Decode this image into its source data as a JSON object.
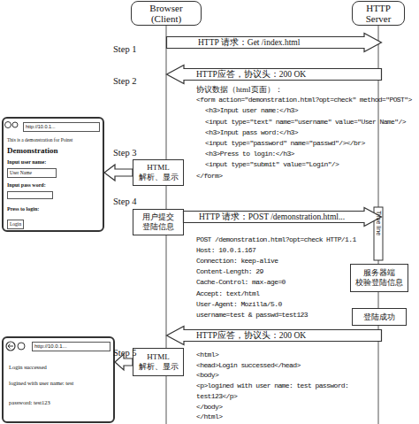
{
  "diagram": {
    "nodes": [
      {
        "text": [
          "Browser (Client)"
        ]
      },
      {
        "text": [
          "HTTP Server"
        ]
      },
      {
        "text": [
          "HTTP 请求：Get /index.html"
        ]
      },
      {
        "text": [
          "HTTP应答，协议头：200 OK"
        ]
      },
      {
        "text": [
          "http://10.0.1...",
          "This is a demonstration for Poinst",
          "Demonstration",
          "Input user name:",
          "User Name",
          "Input pass word:",
          "Press to login:",
          "Login"
        ]
      },
      {
        "text": [
          "HTML 解析、显示"
        ]
      },
      {
        "text": [
          "用户提交 登陆信息"
        ]
      },
      {
        "text": [
          "HTTP 请求：POST /demonstration.html..."
        ]
      },
      {
        "text": [
          "服务器端 校验登陆信息"
        ]
      },
      {
        "text": [
          "登陆成功"
        ]
      },
      {
        "text": [
          "HTTP应答，协议头：200 OK"
        ]
      },
      {
        "text": [
          "HTML 解析、显示"
        ]
      },
      {
        "text": [
          "http://10.0.1...",
          "Login successed",
          "logined with user name: test",
          "password: test123"
        ]
      }
    ],
    "edges": [
      {
        "from": 5,
        "to": 4,
        "arrow": "to"
      },
      {
        "from": 11,
        "to": 12,
        "arrow": "to"
      }
    ],
    "labels": [
      "Step 1",
      "Step 2",
      "Step 3",
      "Step 4",
      "Step 5",
      "协议数据（html页面）：",
      "<form action=\"demonstration.html?opt=check\" method=\"POST\">",
      "<h3>Input user name:</h3>",
      "<input type=\"text\" name=\"username\" value=\"User Name\"/>",
      "<h3>Input pass word:</h3>",
      "<input type=\"password\" name=\"passwd\"/></br>",
      "<h3>Press to login:</h3>",
      "<input type=\"submit\" value=\"Login\"/>",
      "</form>",
      "Time line",
      "POST /demonstration.html?opt=check HTTP/1.1",
      "Host: 10.0.1.167",
      "Connection: keep-alive",
      "Content-Length: 29",
      "Cache-Control: max-age=0",
      "Accept: text/html",
      "User-Agent: Mozilla/5.0",
      "username=test & passwd=test123",
      "<html>",
      "<head>Login successed</head>",
      "<body>",
      "<p>logined with user name: test password:",
      "test123</p>",
      "</body>",
      "</html>"
    ]
  }
}
